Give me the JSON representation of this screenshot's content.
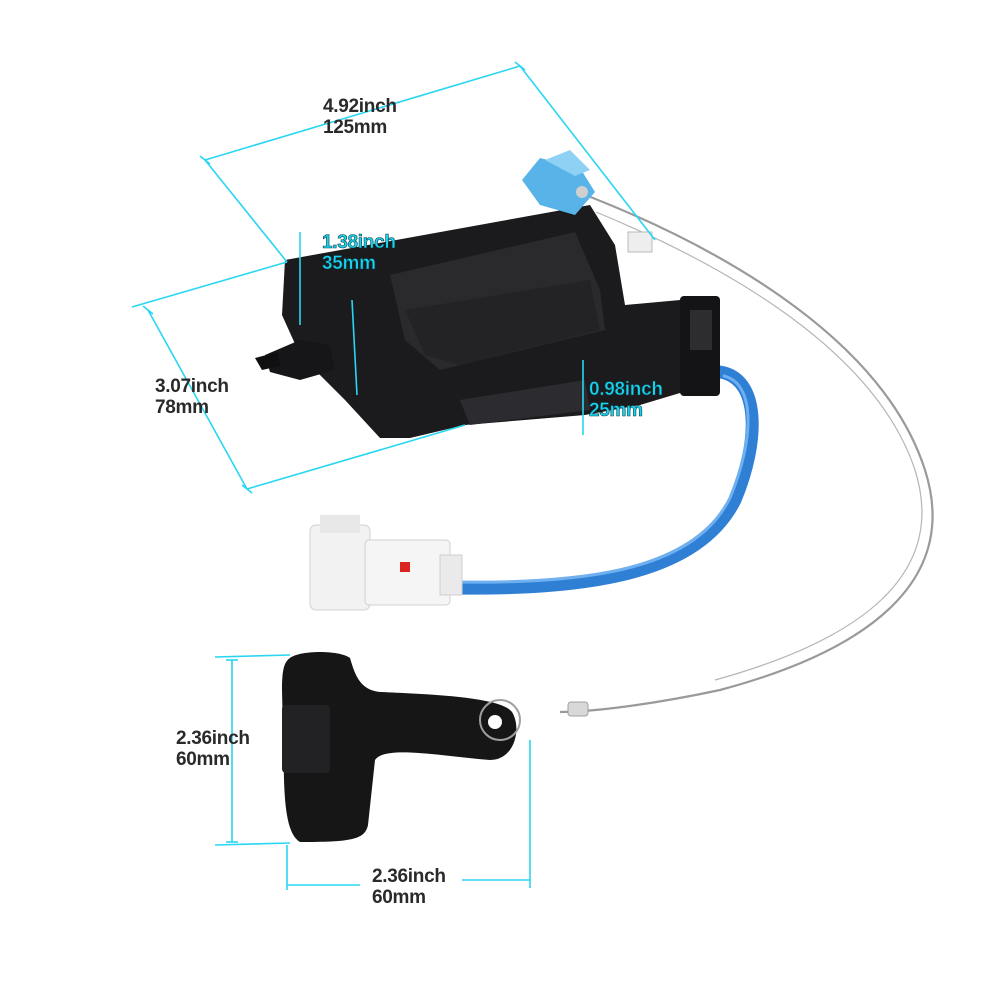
{
  "colors": {
    "background": "#ffffff",
    "dimension_line": "#29d6f2",
    "label_dark": "#2a2a2a",
    "label_cyan": "#19d2ee",
    "housing": "#1b1b1d",
    "cable": "#2f7fd4",
    "connector": "#f2f2f2",
    "wire": "#9a9a9a",
    "blue_cap": "#58b4e8"
  },
  "dimensions": {
    "length": {
      "inch": "4.92inch",
      "mm": "125mm"
    },
    "width": {
      "inch": "3.07inch",
      "mm": "78mm"
    },
    "housing_depth": {
      "inch": "1.38inch",
      "mm": "35mm"
    },
    "housing_height": {
      "inch": "0.98inch",
      "mm": "25mm"
    },
    "handle_height": {
      "inch": "2.36inch",
      "mm": "60mm"
    },
    "handle_width": {
      "inch": "2.36inch",
      "mm": "60mm"
    }
  }
}
